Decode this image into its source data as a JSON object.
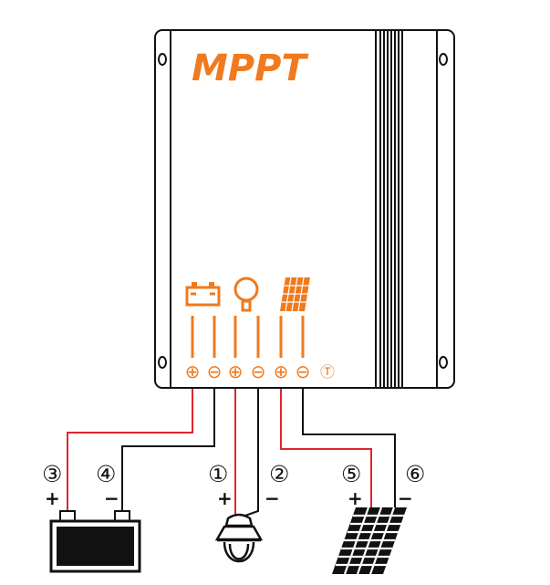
{
  "controller": {
    "brand": "MPPT",
    "terminals": [
      {
        "name": "battery-positive",
        "symbol": "⊕"
      },
      {
        "name": "battery-negative",
        "symbol": "⊖"
      },
      {
        "name": "load-positive",
        "symbol": "⊕"
      },
      {
        "name": "load-negative",
        "symbol": "⊖"
      },
      {
        "name": "panel-positive",
        "symbol": "⊕"
      },
      {
        "name": "panel-negative",
        "symbol": "⊖"
      },
      {
        "name": "temperature-sensor",
        "symbol": "Ⓣ"
      }
    ],
    "icons": [
      "battery-icon",
      "lamp-icon",
      "solar-panel-icon"
    ]
  },
  "connections": [
    {
      "number": "③",
      "polarity": "+",
      "device": "battery"
    },
    {
      "number": "④",
      "polarity": "−",
      "device": "battery"
    },
    {
      "number": "①",
      "polarity": "+",
      "device": "lamp"
    },
    {
      "number": "②",
      "polarity": "−",
      "device": "lamp"
    },
    {
      "number": "⑤",
      "polarity": "+",
      "device": "solar-panel"
    },
    {
      "number": "⑥",
      "polarity": "−",
      "device": "solar-panel"
    }
  ],
  "colors": {
    "accent": "#F07A1E",
    "positive_wire": "#E0252E",
    "outline": "#111111"
  }
}
